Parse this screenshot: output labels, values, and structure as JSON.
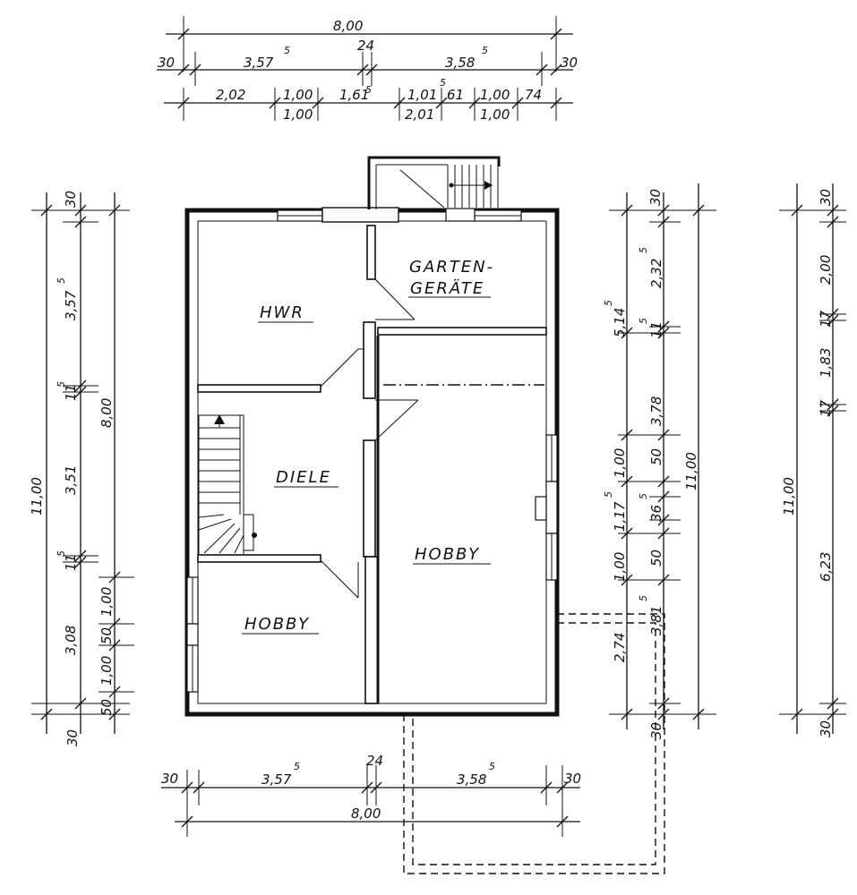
{
  "rooms": {
    "hwr": "HWR",
    "garten_1": "GARTEN-",
    "garten_2": "GERÄTE",
    "diele": "DIELE",
    "hobby_large": "HOBBY",
    "hobby_small": "HOBBY"
  },
  "dims_top": {
    "total": "8,00",
    "r2_left_30": "30",
    "r2_357": "3,57",
    "r2_357_sup": "5",
    "r2_24": "24",
    "r2_358": "3,58",
    "r2_358_sup": "5",
    "r2_right_30": "30",
    "r3_202": "2,02",
    "r3_100_top": "1,00",
    "r3_100_bot": "1,00",
    "r3_161": "1,61",
    "r3_161_sup": "5",
    "r3_mid_sup": "5",
    "r3_101": "1,01",
    "r3_201": "2,01",
    "r3_61": "61",
    "r3_100b_top": "1,00",
    "r3_100b_bot": "1,00",
    "r3_74": "74"
  },
  "dims_bottom": {
    "b_30_left": "30",
    "b_357": "3,57",
    "b_357_sup": "5",
    "b_24": "24",
    "b_358": "3,58",
    "b_358_sup": "5",
    "b_30_right": "30",
    "b_total": "8,00"
  },
  "dims_left": {
    "l_30_top": "30",
    "l_357": "3,57",
    "l_357_sup": "5",
    "l_11a": "11",
    "l_11a_sup": "5",
    "l_351": "3,51",
    "l_11b": "11",
    "l_11b_sup": "5",
    "l_308": "3,08",
    "l_30_bot": "30",
    "l_total": "11,00",
    "l_800": "8,00",
    "l_100a": "1,00",
    "l_50a": "50",
    "l_100b": "1,00",
    "l_50b": "50"
  },
  "dims_right": {
    "r_30_top": "30",
    "r_232": "2,32",
    "r_232_sup": "5",
    "r_514": "5,14",
    "r_514_sup": "5",
    "r_11": "11",
    "r_11_sup": "5",
    "r_378": "3,78",
    "r_100a": "1,00",
    "r_50a": "50",
    "r_117": "1,17",
    "r_117_sup": "5",
    "r_36": "36",
    "r_36_sup": "5",
    "r_100b": "1,00",
    "r_50b": "50",
    "r_381": "3,81",
    "r_381_sup": "5",
    "r_274": "2,74",
    "r_30_bot": "30",
    "r_total": "11,00"
  },
  "dims_far_right": {
    "f_30_top": "30",
    "f_200": "2,00",
    "f_17a": "17",
    "f_183": "1,83",
    "f_17b": "17",
    "f_total": "11,00",
    "f_623": "6,23",
    "f_30_bot": "30"
  }
}
